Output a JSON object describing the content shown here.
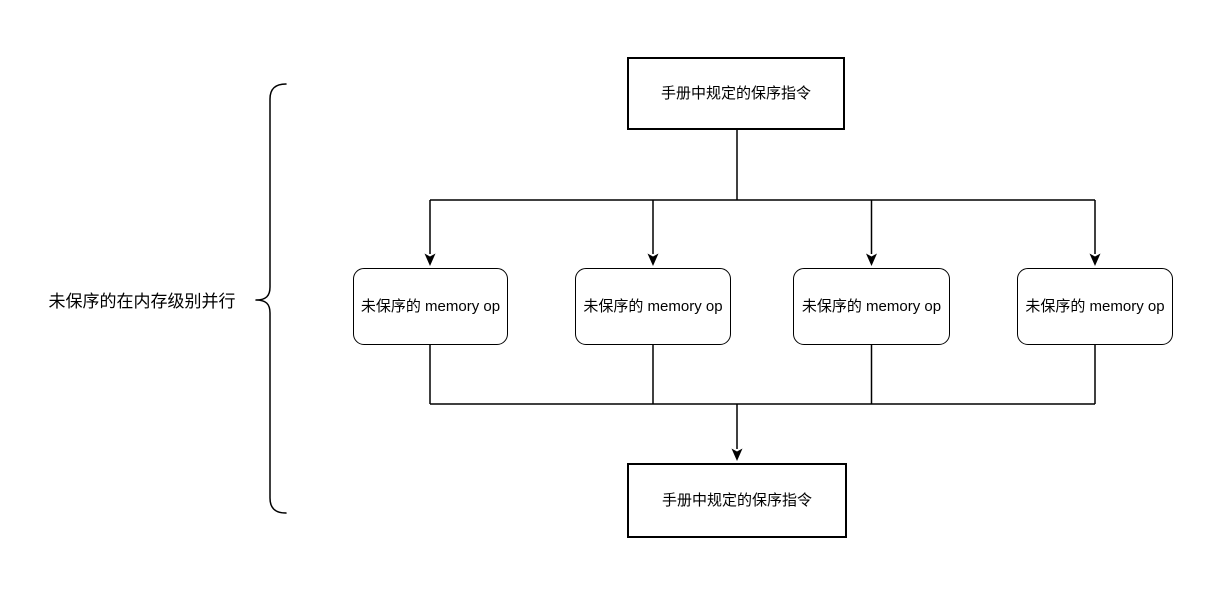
{
  "diagram": {
    "top_node": {
      "label": "手册中规定的保序指令"
    },
    "bottom_node": {
      "label": "手册中规定的保序指令"
    },
    "memory_ops": [
      {
        "label": "未保序的 memory op"
      },
      {
        "label": "未保序的 memory op"
      },
      {
        "label": "未保序的 memory op"
      },
      {
        "label": "未保序的 memory op"
      }
    ],
    "brace_label": "未保序的在内存级别并行",
    "colors": {
      "background": "#ffffff",
      "line": "#000000",
      "node_border": "#000000",
      "node_fill": "#ffffff",
      "text": "#000000"
    }
  }
}
